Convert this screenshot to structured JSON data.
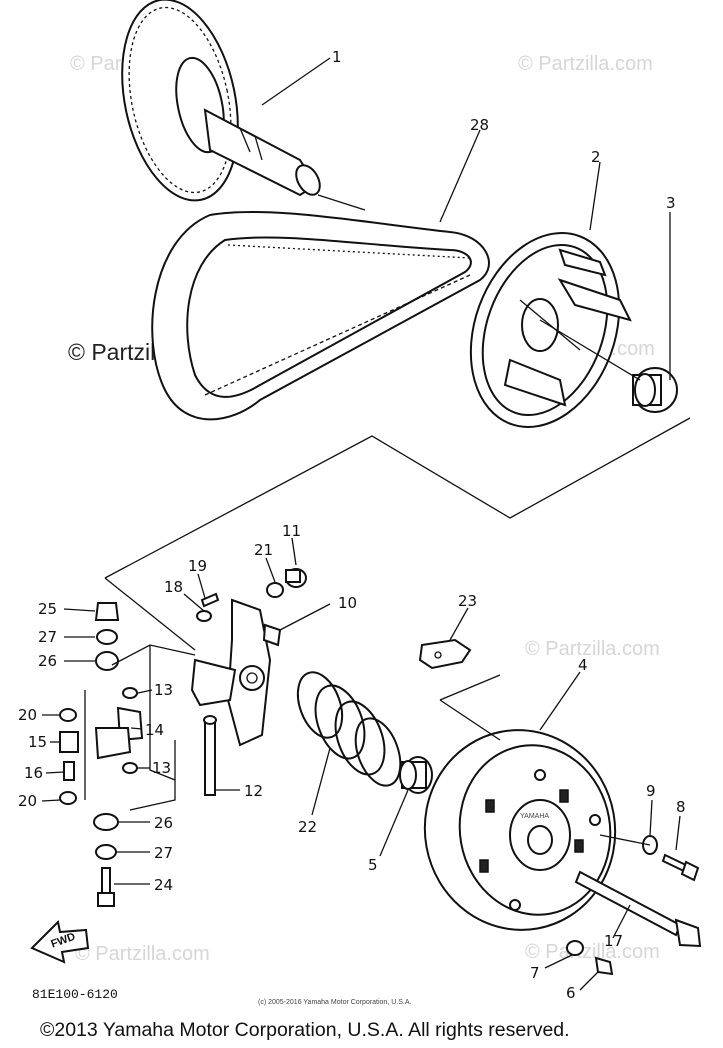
{
  "watermarks": [
    "© Partzilla.com",
    "© Partzilla.com",
    "© Partzilla.com",
    "© Partzilla.com",
    "© Partzilla.com",
    "© Partzilla.com",
    "© Partzilla.com"
  ],
  "callouts": [
    "1",
    "28",
    "2",
    "3",
    "11",
    "21",
    "19",
    "18",
    "10",
    "23",
    "25",
    "27",
    "26",
    "13",
    "20",
    "15",
    "14",
    "16",
    "13",
    "20",
    "12",
    "26",
    "27",
    "24",
    "4",
    "22",
    "5",
    "9",
    "8",
    "17",
    "7",
    "6"
  ],
  "fwd_label": "FWD",
  "drum_text": "YAMAHA",
  "diagram_code": "81E100-6120",
  "small_copyright": "(c) 2005-2016 Yamaha Motor Corporation, U.S.A.",
  "copyright": "©2013 Yamaha Motor Corporation, U.S.A. All rights reserved."
}
